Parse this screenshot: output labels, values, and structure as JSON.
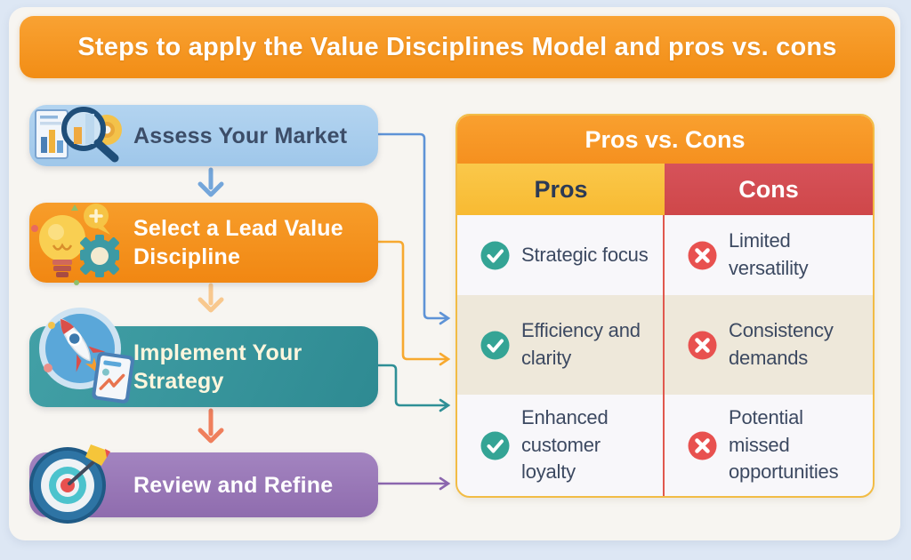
{
  "header": {
    "title": "Steps to apply the Value Disciplines Model and pros vs. cons",
    "bg_color": "#f39a28",
    "text_color": "#ffffff"
  },
  "steps": [
    {
      "label": "Assess Your Market",
      "icon": "magnifier-bar-chart-icon",
      "color": "#a8cdee",
      "text_color": "#3c4d68"
    },
    {
      "label": "Select a Lead Value Discipline",
      "icon": "lightbulb-gear-icon",
      "color": "#f6921f",
      "text_color": "#ffffff"
    },
    {
      "label": "Implement Your Strategy",
      "icon": "rocket-launch-icon",
      "color": "#35929a",
      "text_color": "#fdf6dd"
    },
    {
      "label": "Review and Refine",
      "icon": "target-dart-icon",
      "color": "#9b79b8",
      "text_color": "#ffffff"
    }
  ],
  "flow_arrow_colors": [
    "#74a6da",
    "#f8c88e",
    "#ef7f5c"
  ],
  "connector_colors": {
    "step1_to_table": "#5e93d6",
    "step2_to_table": "#f7a92f",
    "step3_to_table": "#2f8f96",
    "step4_to_table": "#8b66ae"
  },
  "table": {
    "title": "Pros vs. Cons",
    "title_bg": "#f7982a",
    "columns": [
      {
        "label": "Pros",
        "bg": "#f9c23d",
        "text_color": "#2c3a55"
      },
      {
        "label": "Cons",
        "bg": "#d24b50",
        "text_color": "#ffffff"
      }
    ],
    "pro_icon": "check-circle-icon",
    "con_icon": "x-circle-icon",
    "pro_icon_color": "#34a495",
    "con_icon_color": "#e8514f",
    "rows": [
      {
        "pro": "Strategic focus",
        "con": "Limited versatility"
      },
      {
        "pro": "Efficiency and clarity",
        "con": "Consistency demands"
      },
      {
        "pro": "Enhanced customer loyalty",
        "con": "Potential missed opportunities"
      }
    ]
  }
}
